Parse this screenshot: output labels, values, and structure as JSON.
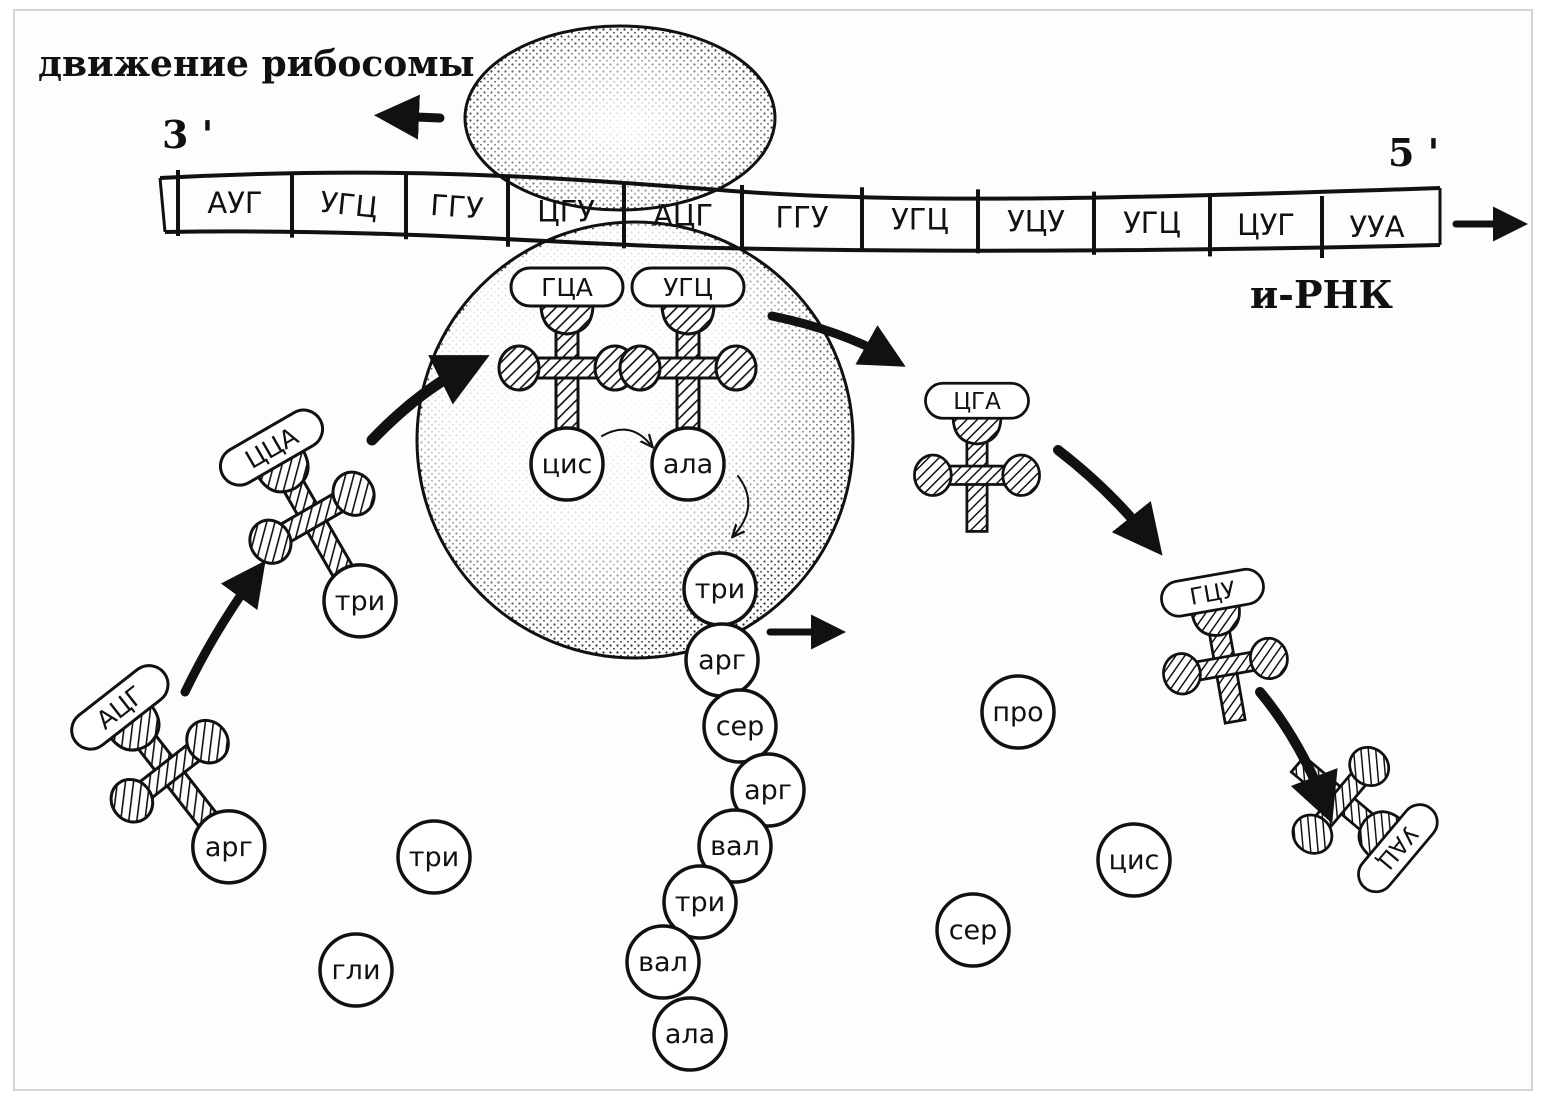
{
  "diagram": {
    "direction_label": "движение рибосомы",
    "end_3": "3 '",
    "end_5": "5 '",
    "mrna_label": "и-РНК",
    "mrna_codons": [
      "АУГ",
      "УГЦ",
      "ГГУ",
      "ЦГУ",
      "АЦГ",
      "ГГУ",
      "УГЦ",
      "УЦУ",
      "УГЦ",
      "ЦУГ",
      "УУА"
    ],
    "trna": [
      {
        "anticodon": "ГЦА",
        "amino_acid": "цис"
      },
      {
        "anticodon": "УГЦ",
        "amino_acid": "ала"
      },
      {
        "anticodon": "ЦЦА",
        "amino_acid": "три"
      },
      {
        "anticodon": "АЦГ",
        "amino_acid": "арг"
      },
      {
        "anticodon": "ЦГА",
        "amino_acid": ""
      },
      {
        "anticodon": "ГЦУ",
        "amino_acid": ""
      },
      {
        "anticodon": "УАЦ",
        "amino_acid": ""
      }
    ],
    "peptide_chain": [
      "три",
      "арг",
      "сер",
      "арг",
      "вал",
      "три",
      "вал",
      "ала"
    ],
    "free_amino_acids": [
      "три",
      "гли",
      "про",
      "цис",
      "сер"
    ]
  }
}
